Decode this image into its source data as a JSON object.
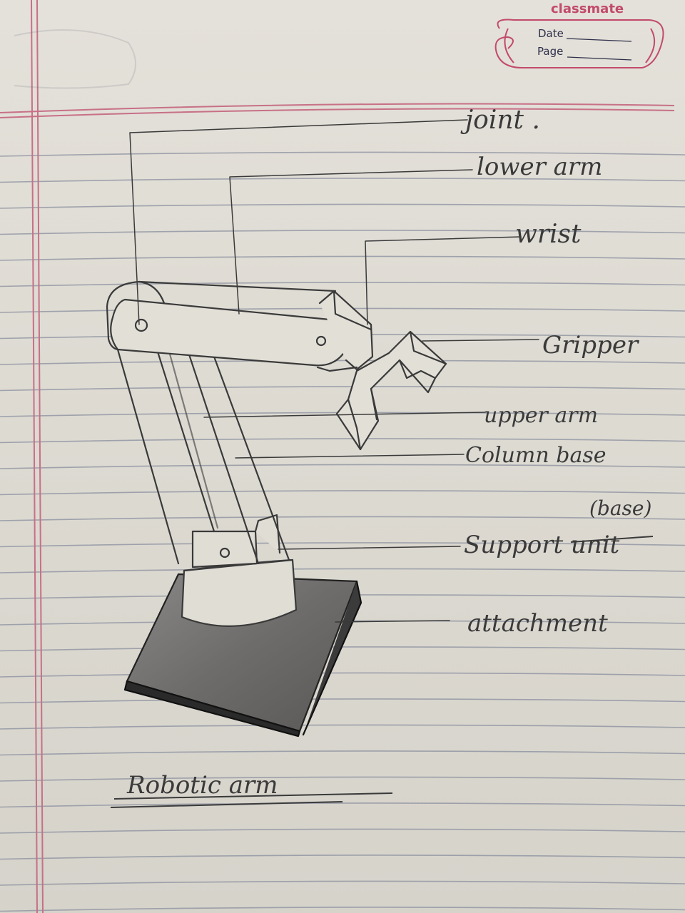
{
  "header": {
    "brand": "classmate",
    "date_label": "Date",
    "page_label": "Page"
  },
  "labels": {
    "joint": "joint .",
    "lower_arm": "lower arm",
    "wrist": "wrist",
    "gripper": "Gripper",
    "upper_arm": "upper arm",
    "column_base": "Column base",
    "base_note": "(base)",
    "support_unit": "Support unit",
    "attachment": "attachment"
  },
  "title": "Robotic arm",
  "colors": {
    "ink": "#3a3a3a",
    "margin_line": "#c77087",
    "ruled_line": "#8a8f9e",
    "brand": "#c24a6a"
  }
}
